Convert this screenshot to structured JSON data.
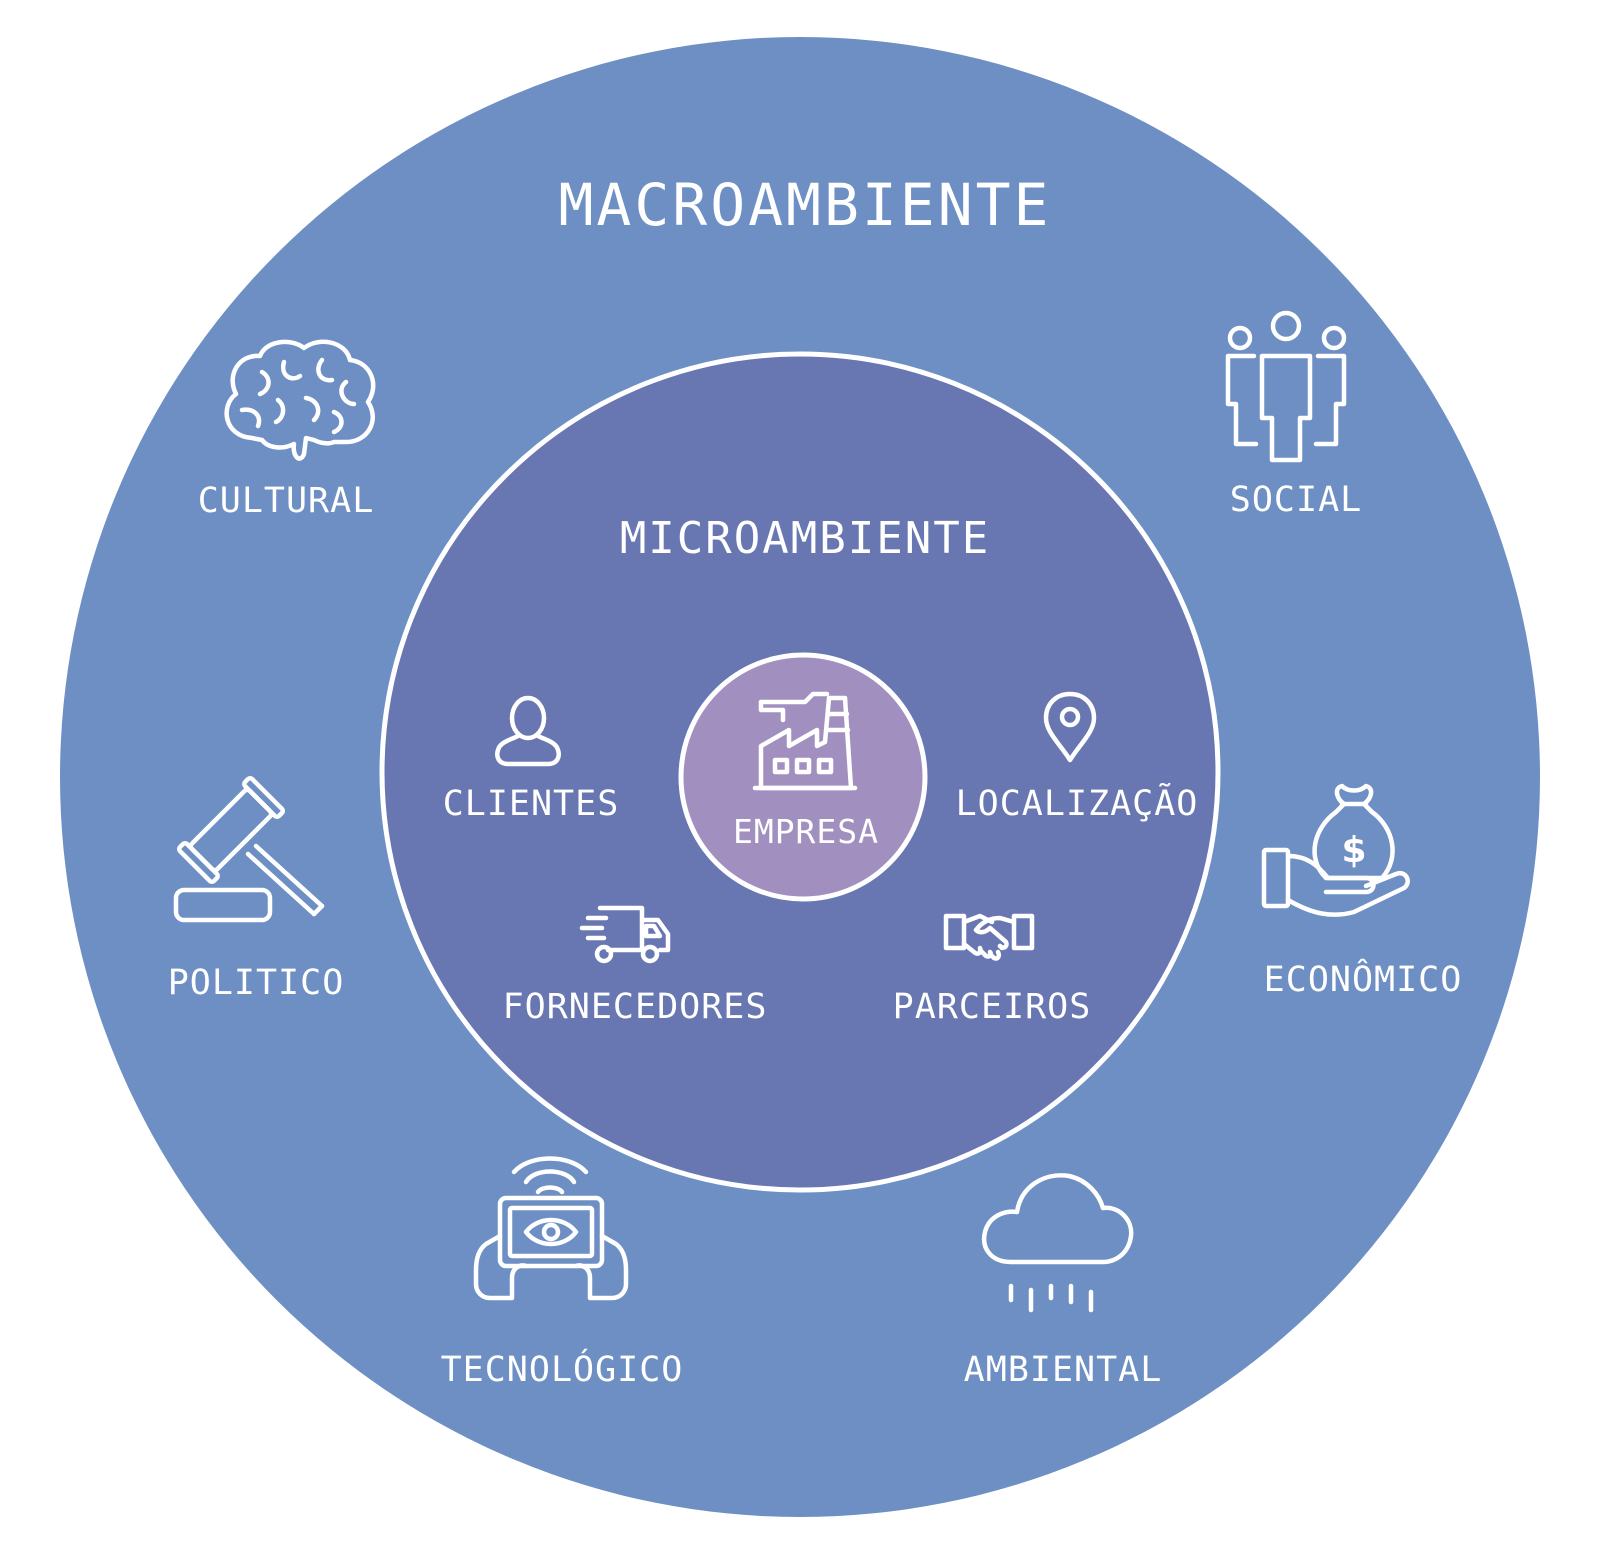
{
  "colors": {
    "outer_circle": "#6d8fc4",
    "inner_circle": "#6877b2",
    "center_circle": "#a08fbf",
    "stroke": "#ffffff"
  },
  "macro": {
    "title": "MACROAMBIENTE",
    "items": [
      {
        "label": "CULTURAL",
        "icon": "brain-icon"
      },
      {
        "label": "SOCIAL",
        "icon": "people-group-icon"
      },
      {
        "label": "POLITICO",
        "icon": "gavel-icon"
      },
      {
        "label": "ECONÔMICO",
        "icon": "money-bag-hand-icon"
      },
      {
        "label": "TECNOLÓGICO",
        "icon": "tablet-eye-icon"
      },
      {
        "label": "AMBIENTAL",
        "icon": "rain-cloud-icon"
      }
    ]
  },
  "micro": {
    "title": "MICROAMBIENTE",
    "items": [
      {
        "label": "CLIENTES",
        "icon": "user-icon"
      },
      {
        "label": "LOCALIZAÇÃO",
        "icon": "map-pin-icon"
      },
      {
        "label": "FORNECEDORES",
        "icon": "delivery-truck-icon"
      },
      {
        "label": "PARCEIROS",
        "icon": "handshake-icon"
      }
    ]
  },
  "center": {
    "label": "EMPRESA",
    "icon": "factory-icon"
  }
}
